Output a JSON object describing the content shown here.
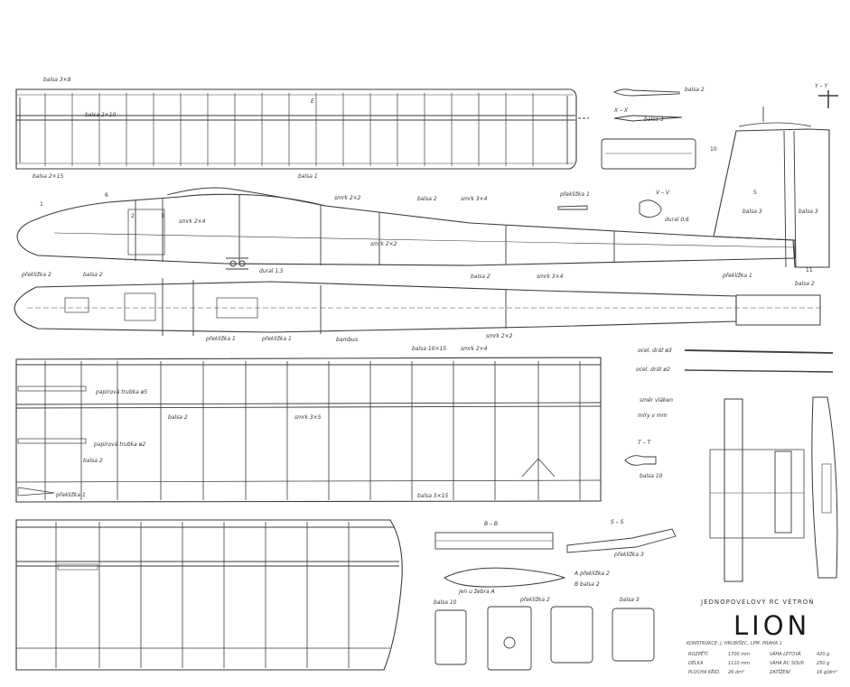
{
  "title_block": {
    "subtitle": "JEDNOPOVELOVÝ RC VĚTROŇ",
    "name": "LION",
    "credit": "KONSTRUKCE: J. HRUBIŠEC, LPM. PRAHA 1",
    "specs": [
      {
        "label": "ROZPĚTÍ",
        "value": "1700 mm"
      },
      {
        "label": "DÉLKA",
        "value": "1110 mm"
      },
      {
        "label": "PLOCHA KŘÍD.",
        "value": "26 dm²"
      },
      {
        "label": "VÁHA LETOVÁ",
        "value": "420 g"
      },
      {
        "label": "VÁHA RC SOUP.",
        "value": "250 g"
      },
      {
        "label": "ZATÍŽENÍ",
        "value": "16 g/dm²"
      }
    ]
  },
  "labels": {
    "balsa_3x8": "balsa 3×8",
    "balsa_2x10": "balsa 2×10",
    "balsa_2x15": "balsa 2×15",
    "balsa_1": "balsa 1",
    "section_e": "E",
    "balsa_2_top": "balsa 2",
    "sec_xx": "X – X",
    "balsa_3_small": "balsa 3",
    "sec_vv": "V – V",
    "preklizka_1_mid": "překližka 1",
    "sec_yy": "Y – Y",
    "dural_06": "dural 0,6",
    "smrk_2x2": "smrk 2×2",
    "smrk_2x4_a": "smrk 2×4",
    "balsa_2_fus": "balsa 2",
    "smrk_3x4": "smrk 3×4",
    "smrk_2x2_b": "smrk 2×2",
    "balsa_3_fin": "balsa 3",
    "balsa_3_rud": "balsa 3",
    "dural_15": "dural 1,5",
    "balsa_2_low": "balsa 2",
    "smrk_3x4_b": "smrk 3×4",
    "preklizka_1_tail": "překližka 1",
    "balsa_2_tail": "balsa 2",
    "preklizka_2": "překližka 2",
    "balsa_2_nose": "balsa 2",
    "preklizka_1_a": "překližka 1",
    "preklizka_1_b": "překližka 1",
    "bambus": "bambus",
    "smrk_2x2_c": "smrk 2×2",
    "balsa_10x15": "balsa 10×15",
    "smrk_2x4_b": "smrk 2×4",
    "papirova_trubka_5": "papírová trubka ø5",
    "balsa_2_wing": "balsa 2",
    "smrk_3x5": "smrk 3×5",
    "papirova_trubka_2": "papírová trubka ø2",
    "balsa_2_wing_b": "balsa 2",
    "preklizka_1_wing": "překližka 1",
    "balsa_5x15": "balsa 5×15",
    "ocel_drat_3": "ocel. drát ø3",
    "ocel_drat_2": "ocel. drát ø2",
    "smer_vlaken": "směr vláken",
    "miry_mm": "míry v mm",
    "sec_tt": "T – T",
    "balsa_10": "balsa 10",
    "sec_bb": "B – B",
    "sec_ss": "S – S",
    "preklizka_3": "překližka 3",
    "preklizka_2_rib": "A překližka 2",
    "balsa_2_rib": "B balsa 2",
    "jen_u_zebra_a": "jen u žebra A",
    "balsa_10_b": "balsa 10",
    "preklizka_2_b": "překližka 2",
    "balsa_3_b": "balsa 3",
    "num_1": "1",
    "num_2": "2",
    "num_3": "3",
    "num_6": "6",
    "num_5": "5",
    "num_10": "10",
    "num_11": "11"
  }
}
